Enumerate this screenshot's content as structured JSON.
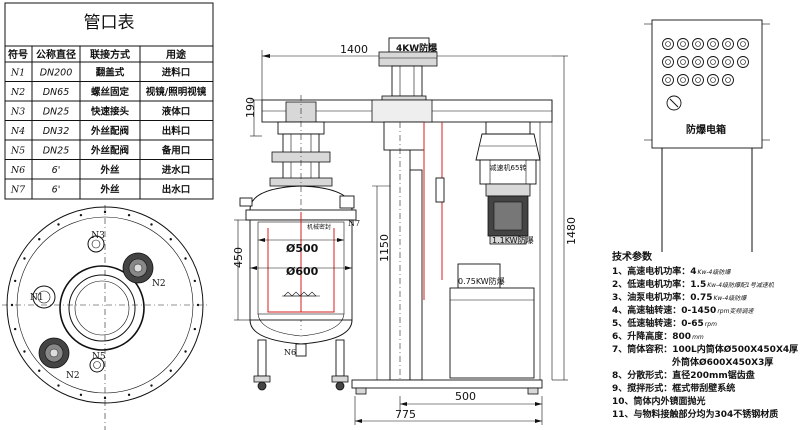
{
  "nozzle_table": {
    "title": "管口表",
    "headers": [
      "符号",
      "公称直径",
      "联接方式",
      "用途"
    ],
    "rows": [
      [
        "N1",
        "DN200",
        "翻盖式",
        "进料口"
      ],
      [
        "N2",
        "DN65",
        "螺丝固定",
        "视镜/照明视镜"
      ],
      [
        "N3",
        "DN25",
        "快速接头",
        "液体口"
      ],
      [
        "N4",
        "DN32",
        "外丝配阀",
        "出料口"
      ],
      [
        "N5",
        "DN25",
        "外丝配阀",
        "备用口"
      ],
      [
        "N6",
        "6'",
        "外丝",
        "进水口"
      ],
      [
        "N7",
        "6'",
        "外丝",
        "出水口"
      ]
    ]
  },
  "top_view": {
    "labels": [
      "N3",
      "N2",
      "N1",
      "N5",
      "N2"
    ]
  },
  "main_view": {
    "dim_width": "1400",
    "dim_190": "190",
    "dim_450": "450",
    "dim_1150": "1150",
    "dim_1480": "1480",
    "dim_500": "500",
    "dim_775": "775",
    "dia_500": "Ø500",
    "dia_600": "Ø600",
    "motor_top": "4KW防爆",
    "motor_mid": "1.1KW防爆",
    "motor_pump": "0.75KW防爆",
    "reducer": "减速机65转",
    "seal": "机械密封",
    "n7": "N7",
    "n6": "N6"
  },
  "control_box": {
    "label": "防爆电箱"
  },
  "tech_params": {
    "title": "技术参数",
    "items": [
      {
        "text": "1、高速电机功率：4",
        "note": "Kw-4级防爆"
      },
      {
        "text": "2、低速电机功率：1.5",
        "note": "Kw-4级防爆配1号减速机"
      },
      {
        "text": "3、油泵电机功率：0.75",
        "note": "Kw-4级防爆"
      },
      {
        "text": "4、高速轴转速：0-1450",
        "note": "rpm变频调速"
      },
      {
        "text": "5、低速轴转速：0-65",
        "note": "rpm"
      },
      {
        "text": "6、升降高度：800",
        "note": "mm"
      },
      {
        "text": "7、筒体容积：100L内筒体Ø500X450X4厚",
        "note": ""
      },
      {
        "text": "外筒体Ø600X450X3厚",
        "note": ""
      },
      {
        "text": "8、分散形式：直径200mm锯齿盘",
        "note": ""
      },
      {
        "text": "9、搅拌形式：框式带刮壁系统",
        "note": ""
      },
      {
        "text": "10、筒体内外镜面抛光",
        "note": ""
      },
      {
        "text": "11、与物料接触部分均为304不锈钢材质",
        "note": ""
      }
    ]
  }
}
